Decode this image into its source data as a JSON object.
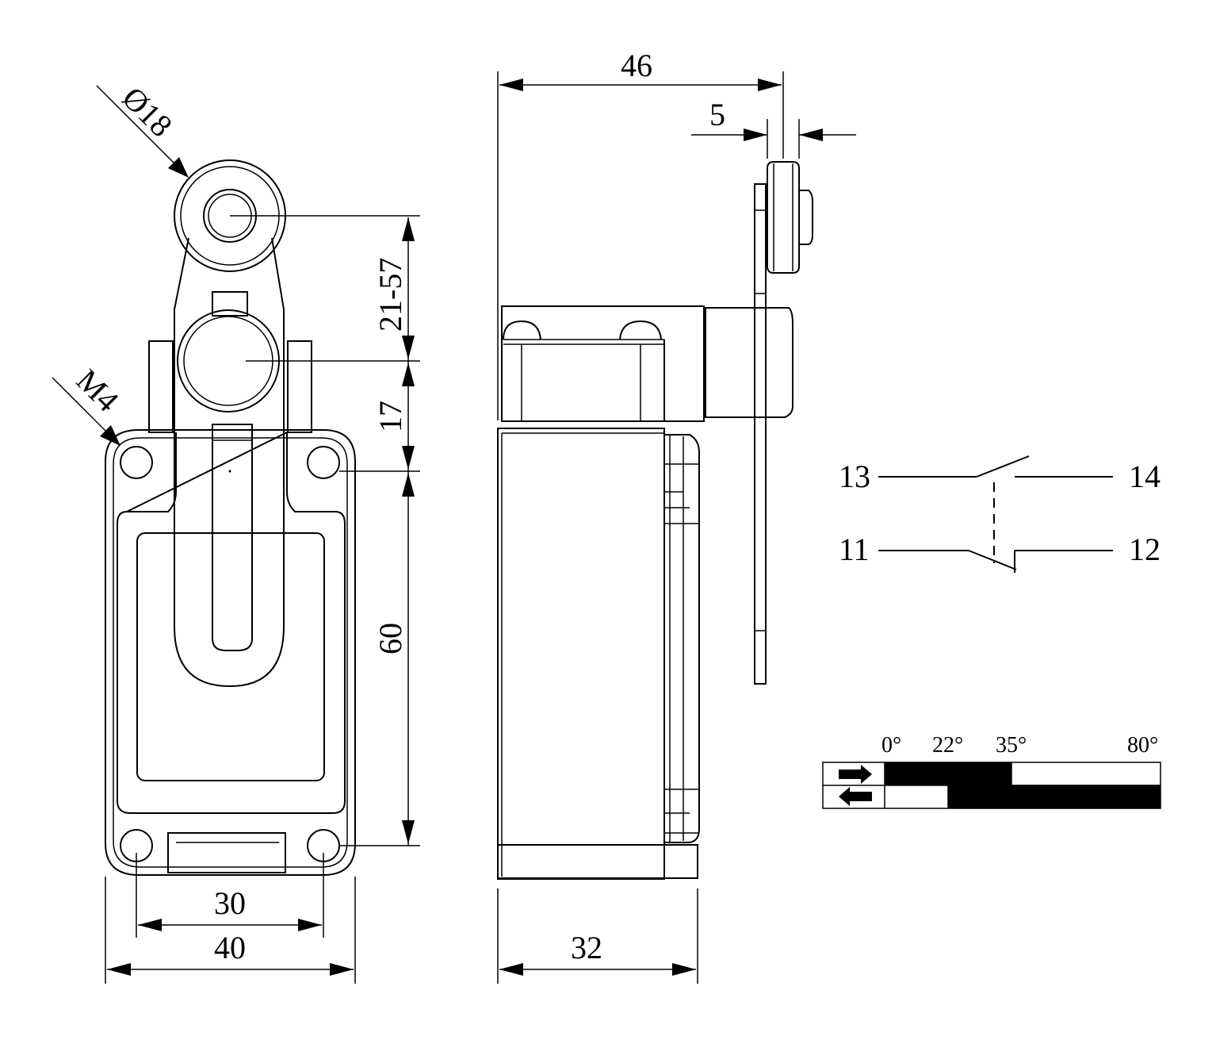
{
  "front_view": {
    "roller_diameter": "Ø18",
    "thread": "M4",
    "arm_length": "21-57",
    "axis_offset": "17",
    "body_height": "60",
    "hole_spacing": "30",
    "body_width": "40"
  },
  "side_view": {
    "overall_depth": "46",
    "roller_width": "5",
    "body_depth": "32"
  },
  "contacts": {
    "nc_in": "11",
    "nc_out": "12",
    "no_in": "13",
    "no_out": "14"
  },
  "travel_diagram": {
    "angles": [
      "0°",
      "22°",
      "35°",
      "80°"
    ],
    "forward_icon": "arrow-right-icon",
    "return_icon": "arrow-left-icon"
  }
}
